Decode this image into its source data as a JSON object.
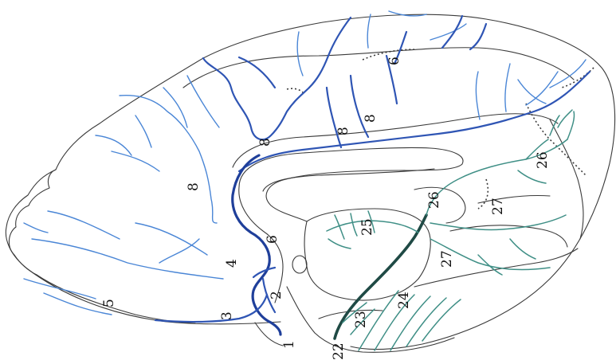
{
  "colors": {
    "outline": "#3a3a3a",
    "vein_dark_blue": "#1f3f9a",
    "vein_blue": "#2f55b4",
    "vein_light_blue": "#4a86d6",
    "vein_teal": "#3f8f86",
    "vein_dark_teal": "#1f4a45"
  },
  "labels": {
    "l1": "1",
    "l2": "2",
    "l3": "3",
    "l4": "4",
    "l5": "5",
    "l6a": "6",
    "l6b": "6",
    "l8a": "8",
    "l8b": "8",
    "l8c": "8",
    "l8d": "8",
    "l22": "22",
    "l23": "23",
    "l24": "24",
    "l25": "25",
    "l26a": "26",
    "l26b": "26",
    "l27a": "27",
    "l27b": "27"
  }
}
